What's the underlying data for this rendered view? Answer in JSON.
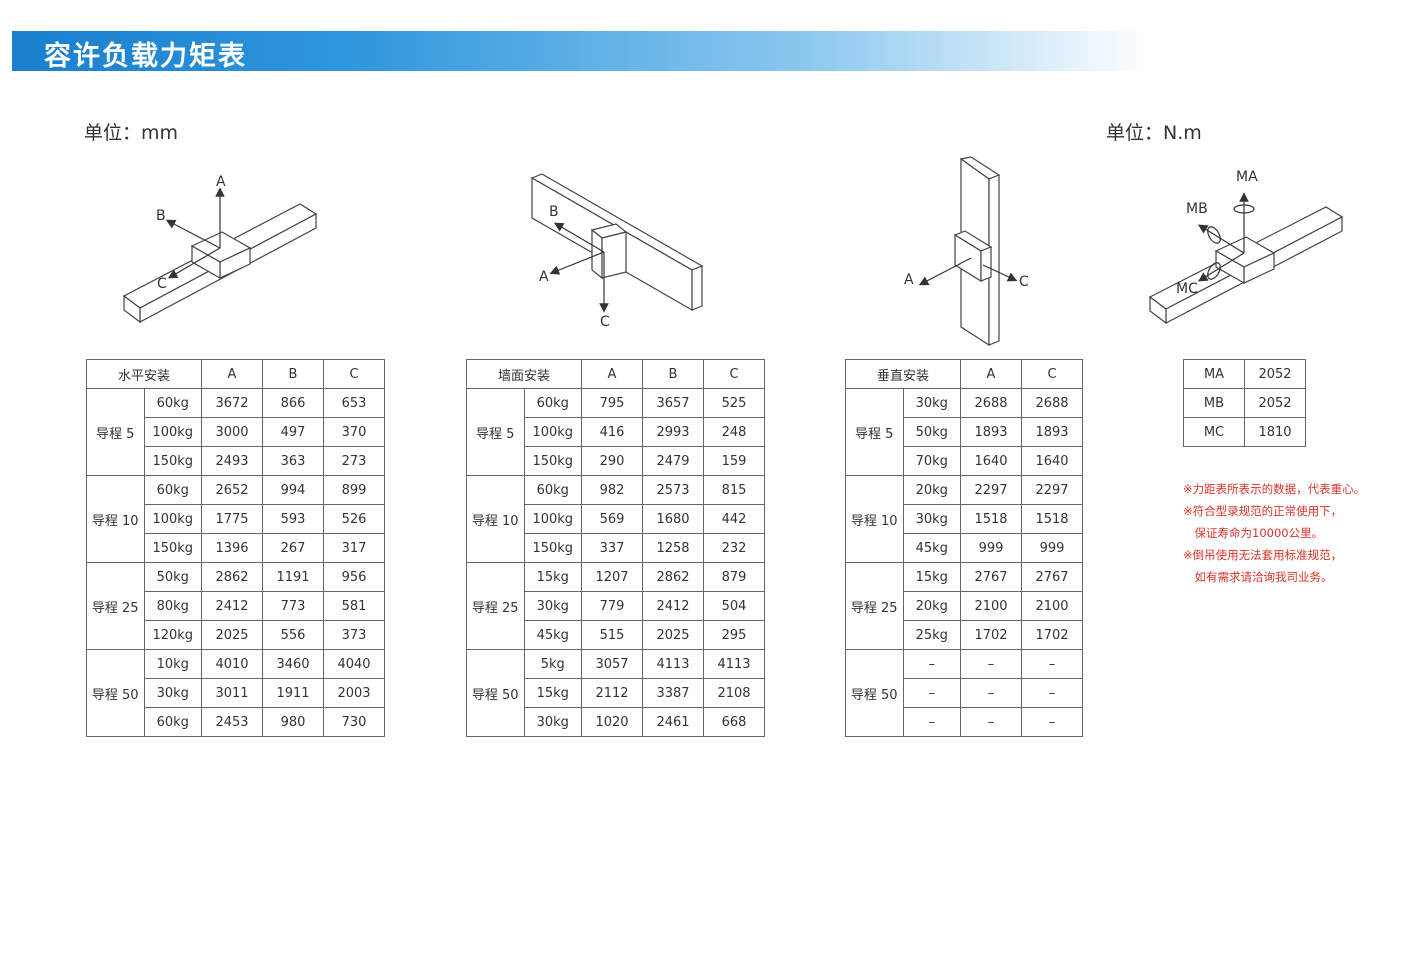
{
  "header": {
    "title": "容许负载力矩表"
  },
  "units": {
    "left": "单位：mm",
    "right": "单位：N.m"
  },
  "diagrams": {
    "d1": {
      "a": "A",
      "b": "B",
      "c": "C"
    },
    "d2": {
      "a": "A",
      "b": "B",
      "c": "C"
    },
    "d3": {
      "a": "A",
      "c": "C"
    },
    "d4": {
      "ma": "MA",
      "mb": "MB",
      "mc": "MC"
    }
  },
  "tables": [
    {
      "title": "水平安装",
      "cols": [
        "A",
        "B",
        "C"
      ],
      "groups": [
        {
          "name": "导程 5",
          "rows": [
            [
              "60kg",
              "3672",
              "866",
              "653"
            ],
            [
              "100kg",
              "3000",
              "497",
              "370"
            ],
            [
              "150kg",
              "2493",
              "363",
              "273"
            ]
          ]
        },
        {
          "name": "导程 10",
          "rows": [
            [
              "60kg",
              "2652",
              "994",
              "899"
            ],
            [
              "100kg",
              "1775",
              "593",
              "526"
            ],
            [
              "150kg",
              "1396",
              "267",
              "317"
            ]
          ]
        },
        {
          "name": "导程 25",
          "rows": [
            [
              "50kg",
              "2862",
              "1191",
              "956"
            ],
            [
              "80kg",
              "2412",
              "773",
              "581"
            ],
            [
              "120kg",
              "2025",
              "556",
              "373"
            ]
          ]
        },
        {
          "name": "导程 50",
          "rows": [
            [
              "10kg",
              "4010",
              "3460",
              "4040"
            ],
            [
              "30kg",
              "3011",
              "1911",
              "2003"
            ],
            [
              "60kg",
              "2453",
              "980",
              "730"
            ]
          ]
        }
      ]
    },
    {
      "title": "墙面安装",
      "cols": [
        "A",
        "B",
        "C"
      ],
      "groups": [
        {
          "name": "导程 5",
          "rows": [
            [
              "60kg",
              "795",
              "3657",
              "525"
            ],
            [
              "100kg",
              "416",
              "2993",
              "248"
            ],
            [
              "150kg",
              "290",
              "2479",
              "159"
            ]
          ]
        },
        {
          "name": "导程 10",
          "rows": [
            [
              "60kg",
              "982",
              "2573",
              "815"
            ],
            [
              "100kg",
              "569",
              "1680",
              "442"
            ],
            [
              "150kg",
              "337",
              "1258",
              "232"
            ]
          ]
        },
        {
          "name": "导程 25",
          "rows": [
            [
              "15kg",
              "1207",
              "2862",
              "879"
            ],
            [
              "30kg",
              "779",
              "2412",
              "504"
            ],
            [
              "45kg",
              "515",
              "2025",
              "295"
            ]
          ]
        },
        {
          "name": "导程 50",
          "rows": [
            [
              "5kg",
              "3057",
              "4113",
              "4113"
            ],
            [
              "15kg",
              "2112",
              "3387",
              "2108"
            ],
            [
              "30kg",
              "1020",
              "2461",
              "668"
            ]
          ]
        }
      ]
    },
    {
      "title": "垂直安装",
      "cols": [
        "A",
        "C"
      ],
      "groups": [
        {
          "name": "导程 5",
          "rows": [
            [
              "30kg",
              "2688",
              "2688"
            ],
            [
              "50kg",
              "1893",
              "1893"
            ],
            [
              "70kg",
              "1640",
              "1640"
            ]
          ]
        },
        {
          "name": "导程 10",
          "rows": [
            [
              "20kg",
              "2297",
              "2297"
            ],
            [
              "30kg",
              "1518",
              "1518"
            ],
            [
              "45kg",
              "999",
              "999"
            ]
          ]
        },
        {
          "name": "导程 25",
          "rows": [
            [
              "15kg",
              "2767",
              "2767"
            ],
            [
              "20kg",
              "2100",
              "2100"
            ],
            [
              "25kg",
              "1702",
              "1702"
            ]
          ]
        },
        {
          "name": "导程 50",
          "rows": [
            [
              "–",
              "–",
              "–"
            ],
            [
              "–",
              "–",
              "–"
            ],
            [
              "–",
              "–",
              "–"
            ]
          ]
        }
      ]
    }
  ],
  "moments": [
    {
      "label": "MA",
      "value": "2052"
    },
    {
      "label": "MB",
      "value": "2052"
    },
    {
      "label": "MC",
      "value": "1810"
    }
  ],
  "notes": [
    "※力距表所表示的数据，代表重心。",
    "※符合型录规范的正常使用下，",
    "　保证寿命为10000公里。",
    "※倒吊使用无法套用标准规范，",
    "　如有需求请洽询我司业务。"
  ],
  "colors": {
    "banner": "#1a7fcf",
    "note_text": "#d9322b",
    "border": "#666666"
  }
}
